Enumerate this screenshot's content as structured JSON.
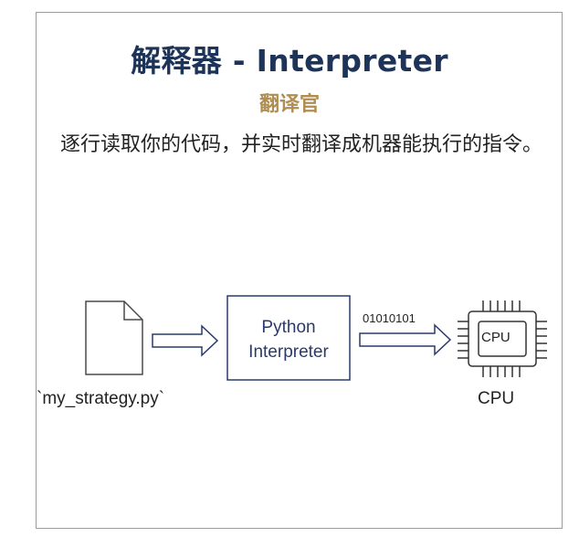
{
  "title": "解释器 - Interpreter",
  "subtitle": "翻译官",
  "description": "逐行读取你的代码，并实时翻译成机器能执行的指令。",
  "diagram": {
    "file_label": "`my_strategy.py`",
    "interpreter_line1": "Python",
    "interpreter_line2": "Interpreter",
    "binary_label": "01010101",
    "cpu_chip_text": "CPU",
    "cpu_label": "CPU"
  },
  "colors": {
    "title": "#1d3358",
    "subtitle": "#b08d50",
    "stroke": "#2a3a6a"
  }
}
